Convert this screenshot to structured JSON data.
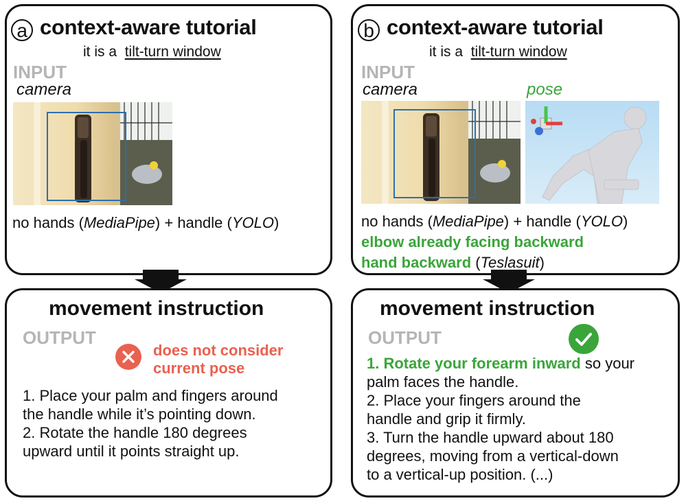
{
  "panel_a": {
    "letter": "a",
    "title": "context-aware tutorial",
    "subtitle_prefix": "it is a",
    "subtitle_link": "tilt-turn window",
    "input_label": "INPUT",
    "camera_label": "camera",
    "detect_prefix": "no hands (",
    "detect_mediapipe": "MediaPipe",
    "detect_mid": ")  + handle (",
    "detect_yolo": "YOLO",
    "detect_suffix": ")",
    "movement_title": "movement instruction",
    "output_label": "OUTPUT",
    "warning_line1": "does not consider",
    "warning_line2": "current pose",
    "step1_line1": "1. Place your palm and fingers around",
    "step1_line2": "the handle while it’s pointing down.",
    "step2_line1": "2. Rotate the handle 180 degrees",
    "step2_line2": "upward until it points straight up."
  },
  "panel_b": {
    "letter": "b",
    "title": "context-aware tutorial",
    "subtitle_prefix": "it is a",
    "subtitle_link": "tilt-turn window",
    "input_label": "INPUT",
    "camera_label": "camera",
    "pose_label": "pose",
    "detect_prefix": "no hands (",
    "detect_mediapipe": "MediaPipe",
    "detect_mid": ") + handle (",
    "detect_yolo": "YOLO",
    "detect_suffix": ")",
    "pose_line1": "elbow already facing backward",
    "pose_line2": "hand backward",
    "pose_line2_paren_open": " (",
    "pose_line2_tesla": "Teslasuit",
    "pose_line2_paren_close": ")",
    "movement_title": "movement instruction",
    "output_label": "OUTPUT",
    "step1_green": "1. Rotate your forearm inward",
    "step1_rest": " so your",
    "step1_line2": "palm faces the handle.",
    "step2_line1": "2. Place your fingers around the",
    "step2_line2": "handle and grip it firmly.",
    "step3_line1": "3. Turn the handle upward about 180",
    "step3_line2": "degrees, moving from a vertical-down",
    "step3_line3": "to a vertical-up position.  (...)"
  },
  "colors": {
    "green": "#3aa53a",
    "red": "#e9614f",
    "gray_label": "#b5b5b5",
    "bbox_blue": "#2a6fb0"
  },
  "icons": [
    "x-circle-icon",
    "check-circle-icon",
    "down-arrow-icon",
    "pose-gizmo-icon"
  ]
}
